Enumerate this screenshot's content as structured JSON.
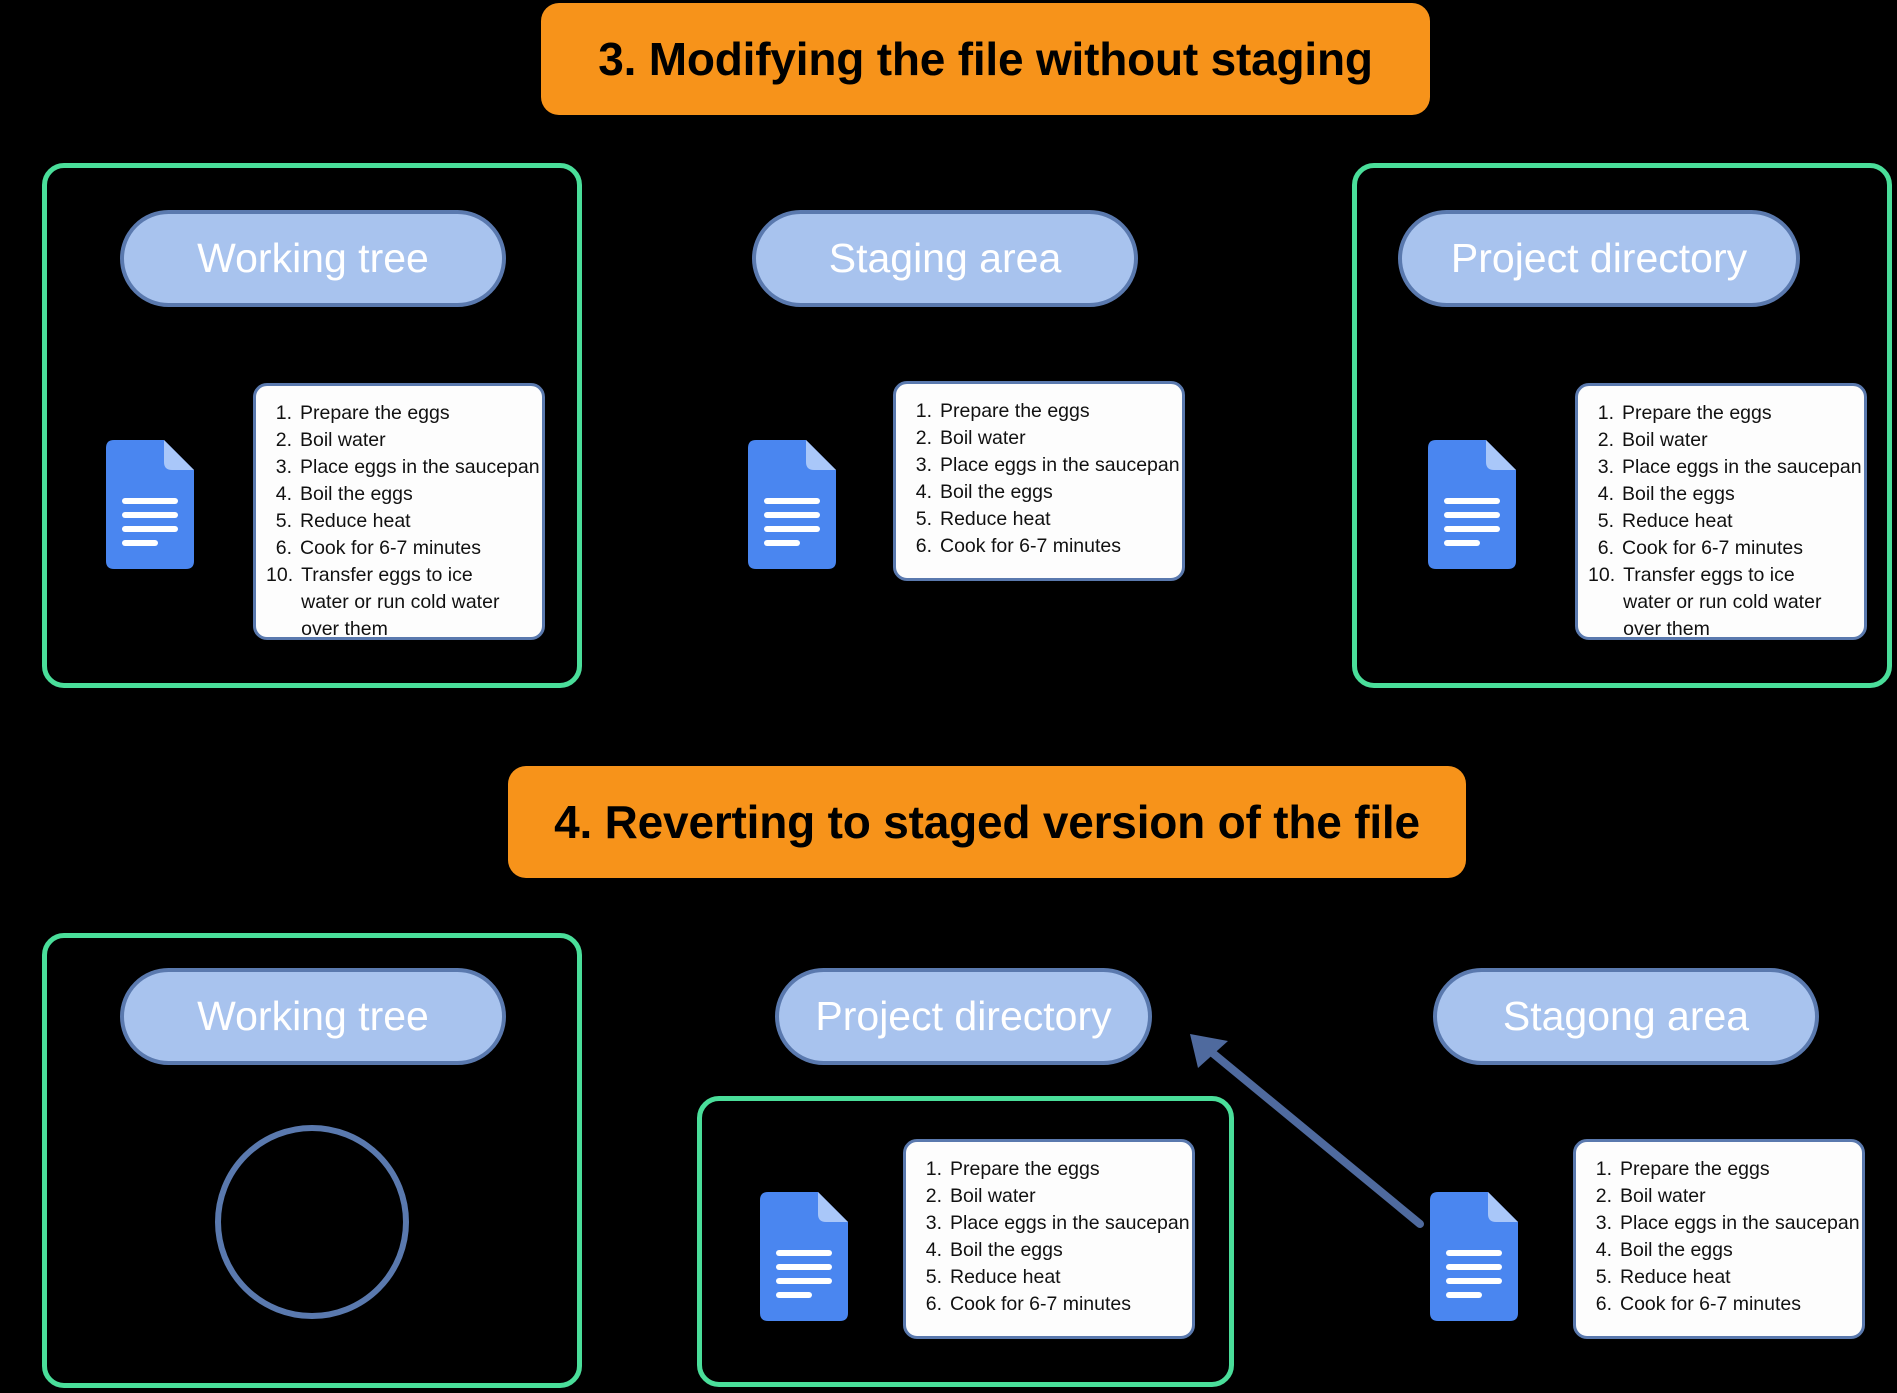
{
  "background_color": "#000000",
  "palette": {
    "banner_fill": "#f7931a",
    "banner_text": "#000000",
    "green_border": "#4ade9a",
    "pill_fill": "#a8c3ee",
    "pill_border": "#5a79ae",
    "pill_text": "#ffffff",
    "card_fill": "#fdfdfd",
    "card_border": "#5a79ae",
    "doc_icon_blue": "#4a86f0",
    "doc_icon_fold": "#a9c7f9",
    "arrow_color": "#4f6a9e"
  },
  "sections": [
    {
      "id": "section-3",
      "banner": "3. Modifying the file without staging",
      "columns": [
        {
          "id": "working-tree",
          "pill": "Working tree",
          "boxed": true,
          "has_doc_icon": true,
          "list_id": "modified-list"
        },
        {
          "id": "staging-area",
          "pill": "Staging area",
          "boxed": false,
          "has_doc_icon": true,
          "list_id": "staged-list"
        },
        {
          "id": "project-directory",
          "pill": "Project directory",
          "boxed": true,
          "has_doc_icon": true,
          "list_id": "modified-list"
        }
      ]
    },
    {
      "id": "section-4",
      "banner": "4. Reverting to staged version of the file",
      "columns": [
        {
          "id": "working-tree-2",
          "pill": "Working tree",
          "boxed": true,
          "has_doc_icon": false,
          "empty_circle": true
        },
        {
          "id": "project-directory-2",
          "pill": "Project directory",
          "boxed": true,
          "has_doc_icon": true,
          "list_id": "staged-list"
        },
        {
          "id": "stagong-area",
          "pill": "Stagong area",
          "boxed": false,
          "has_doc_icon": true,
          "list_id": "staged-list"
        }
      ],
      "arrow": {
        "from": "stagong-area-doc",
        "to": "project-directory-2-pill",
        "label": ""
      }
    }
  ],
  "lists": {
    "staged-list": {
      "items": [
        {
          "num": "1.",
          "text": "Prepare the eggs"
        },
        {
          "num": "2.",
          "text": "Boil water"
        },
        {
          "num": "3.",
          "text": "Place eggs in the saucepan"
        },
        {
          "num": "4.",
          "text": "Boil the eggs"
        },
        {
          "num": "5.",
          "text": "Reduce heat"
        },
        {
          "num": "6.",
          "text": "Cook for 6-7 minutes"
        }
      ]
    },
    "modified-list": {
      "items": [
        {
          "num": "1.",
          "text": "Prepare the eggs"
        },
        {
          "num": "2.",
          "text": "Boil water"
        },
        {
          "num": "3.",
          "text": "Place eggs in the saucepan"
        },
        {
          "num": "4.",
          "text": "Boil the eggs"
        },
        {
          "num": "5.",
          "text": "Reduce heat"
        },
        {
          "num": "6.",
          "text": "Cook for 6-7 minutes"
        },
        {
          "num": "10.",
          "text": "Transfer eggs to ice water or run cold water over them"
        }
      ]
    }
  },
  "icons": {
    "document": "document-icon",
    "arrow": "arrow-up-left-icon",
    "circle": "empty-circle-icon"
  }
}
